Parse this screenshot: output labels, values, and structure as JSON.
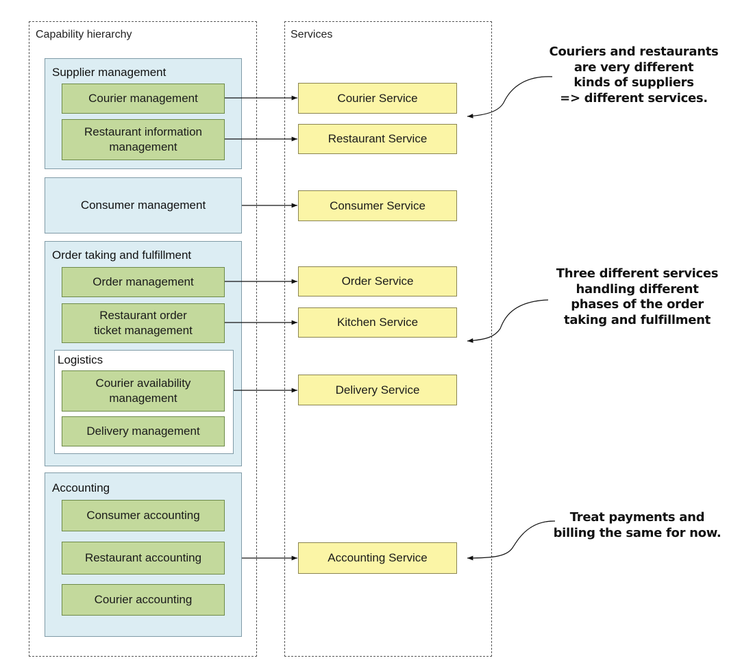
{
  "panels": {
    "capability_title": "Capability hierarchy",
    "services_title": "Services"
  },
  "groups": {
    "supplier": {
      "title": "Supplier management",
      "courier": "Courier management",
      "restaurant_info": "Restaurant information\nmanagement"
    },
    "consumer": {
      "label": "Consumer management"
    },
    "order": {
      "title": "Order taking and fulfillment",
      "order_mgmt": "Order management",
      "ticket_mgmt": "Restaurant order\nticket management",
      "logistics": {
        "title": "Logistics",
        "availability": "Courier availability\nmanagement",
        "delivery": "Delivery management"
      }
    },
    "accounting": {
      "title": "Accounting",
      "consumer": "Consumer accounting",
      "restaurant": "Restaurant accounting",
      "courier": "Courier accounting"
    }
  },
  "services": {
    "courier": "Courier Service",
    "restaurant": "Restaurant Service",
    "consumer": "Consumer Service",
    "order": "Order Service",
    "kitchen": "Kitchen Service",
    "delivery": "Delivery Service",
    "accounting": "Accounting Service"
  },
  "notes": {
    "suppliers": "Couriers and restaurants\nare very different\nkinds of suppliers\n=> different services.",
    "order_phases": "Three different services\nhandling different\nphases of the order\ntaking and fulfillment",
    "payments": "Treat payments and\nbilling the same for now."
  },
  "colors": {
    "capability_group": "#dcedf3",
    "capability": "#c3d99c",
    "service": "#fbf5a6"
  }
}
